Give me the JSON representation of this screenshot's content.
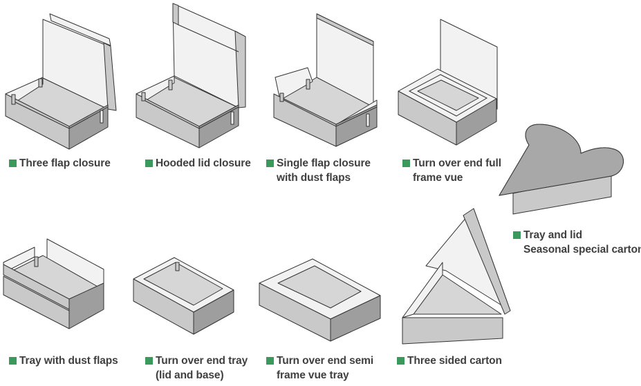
{
  "accent_color": "#3a9a5b",
  "items": [
    {
      "label": "Three flap closure",
      "label2": ""
    },
    {
      "label": "Hooded lid closure",
      "label2": ""
    },
    {
      "label": "Single flap closure",
      "label2": "with dust flaps"
    },
    {
      "label": "Turn over end full",
      "label2": "frame vue"
    },
    {
      "label": "Tray and lid",
      "label2": "Seasonal special carton"
    },
    {
      "label": "Tray with dust flaps",
      "label2": ""
    },
    {
      "label": "Turn over end tray",
      "label2": "(lid and base)"
    },
    {
      "label": "Turn over end semi",
      "label2": "frame vue tray"
    },
    {
      "label": "Three sided carton",
      "label2": ""
    }
  ]
}
